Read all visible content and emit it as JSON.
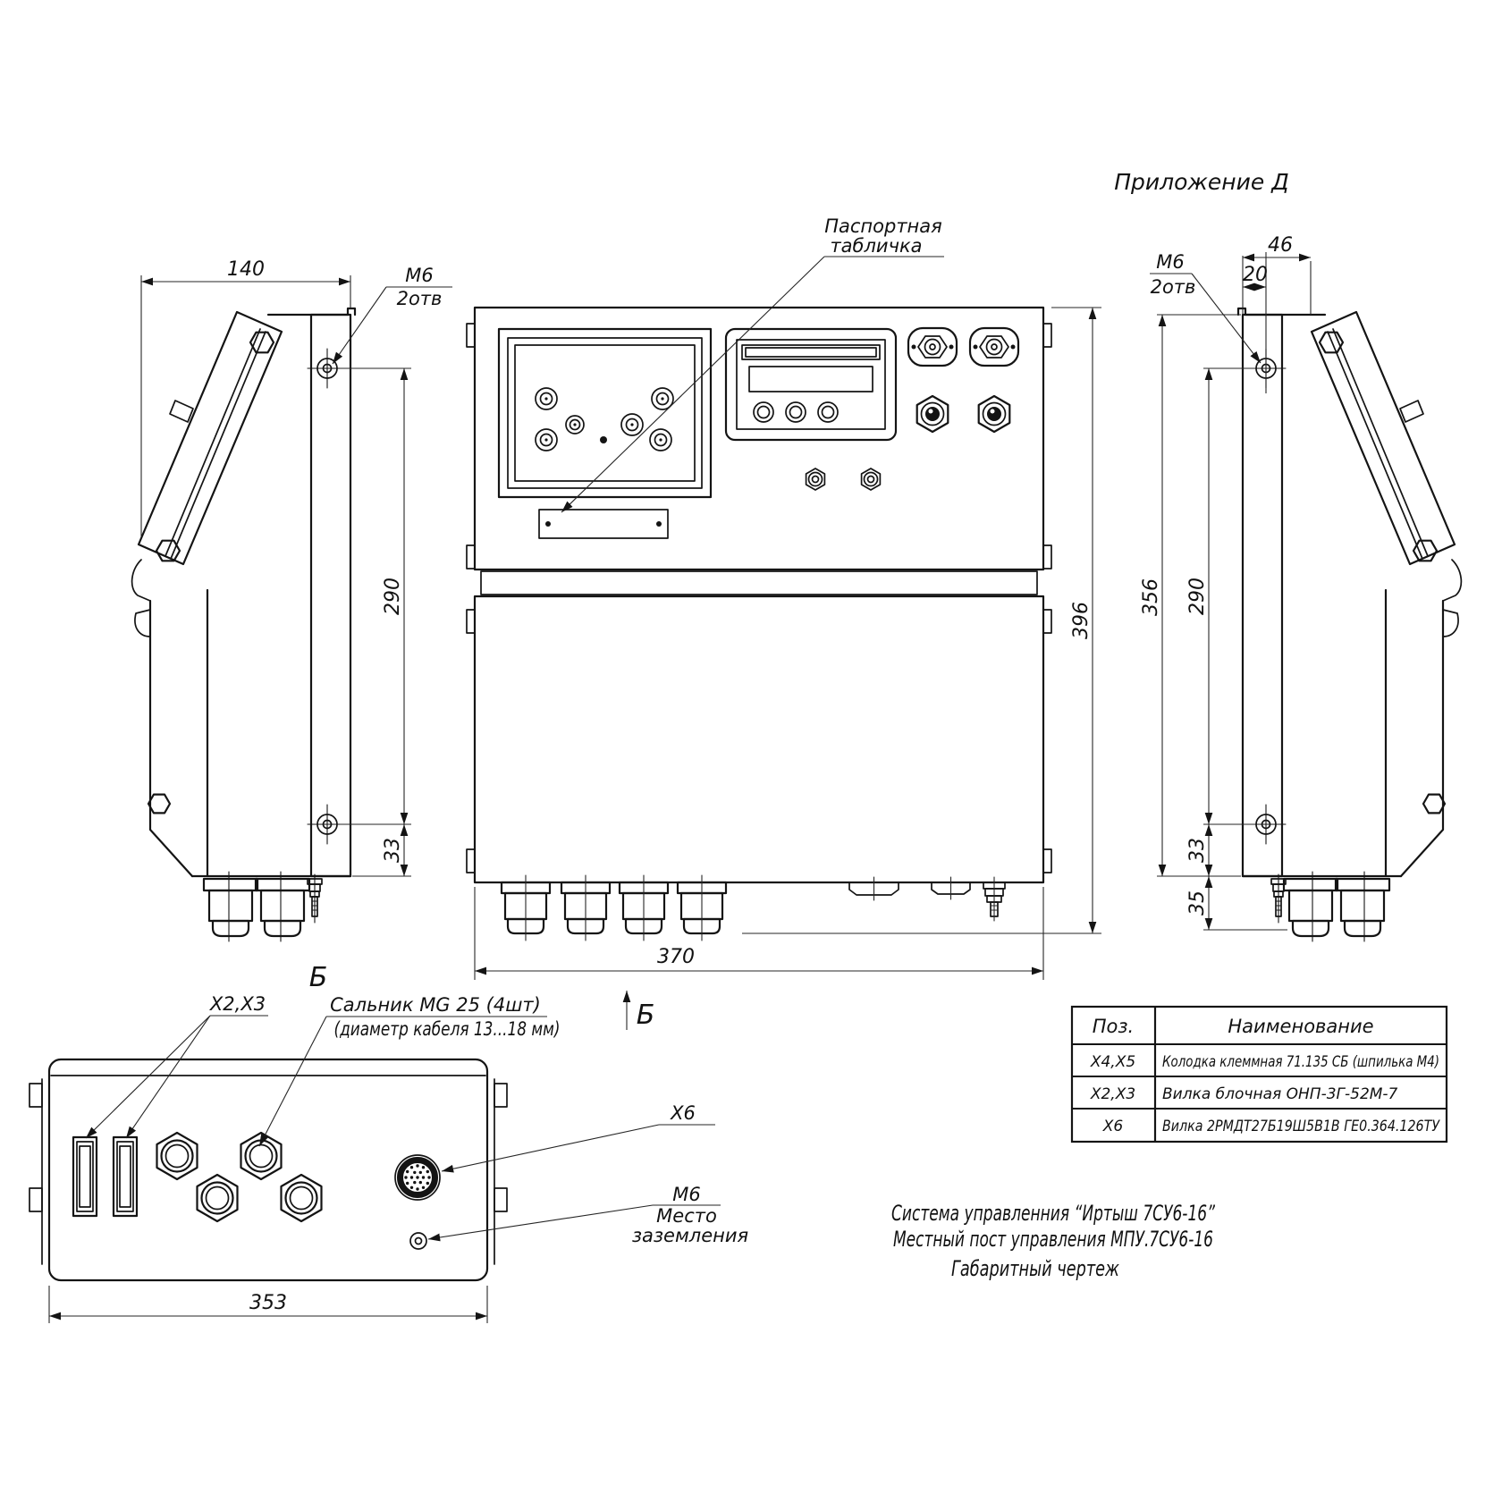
{
  "header": {
    "appendix": "Приложение Д"
  },
  "front_view": {
    "nameplate_label_line1": "Паспортная",
    "nameplate_label_line2": "табличка",
    "dim_height": "396",
    "dim_width": "370",
    "view_arrow_label": "Б"
  },
  "left_view": {
    "dim_width": "140",
    "dim_hole_span": "290",
    "dim_hole_bottom": "33",
    "hole_label_line1": "М6",
    "hole_label_line2": "2отв"
  },
  "right_view": {
    "dim_top": "46",
    "dim_hole_offset": "20",
    "dim_height": "356",
    "dim_hole_span": "290",
    "dim_hole_bottom": "33",
    "dim_gland": "35",
    "hole_label_line1": "М6",
    "hole_label_line2": "2отв"
  },
  "bottom_view": {
    "title": "Б",
    "connectors_label": "Х2,Х3",
    "gland_label_line1": "Сальник MG 25 (4шт)",
    "gland_label_line2": "(диаметр кабеля 13...18 мм)",
    "x6_label": "Х6",
    "ground_label_line1": "М6",
    "ground_label_line2": "Место",
    "ground_label_line3": "заземления",
    "dim_width": "353"
  },
  "table": {
    "headers": [
      "Поз.",
      "Наименование"
    ],
    "rows": [
      {
        "pos": "Х4,Х5",
        "name": "Колодка клеммная 71.135 СБ (шпилька М4)"
      },
      {
        "pos": "Х2,Х3",
        "name": "Вилка блочная ОНП-3Г-52М-7"
      },
      {
        "pos": "Х6",
        "name": "Вилка 2РМДТ27Б19Ш5В1В ГЕ0.364.126ТУ"
      }
    ]
  },
  "title_block": {
    "line1": "Система управленния “Иртыш 7СУ6-16”",
    "line2": "Местный пост управления  МПУ.7СУ6-16",
    "line3": "Габаритный чертеж"
  }
}
